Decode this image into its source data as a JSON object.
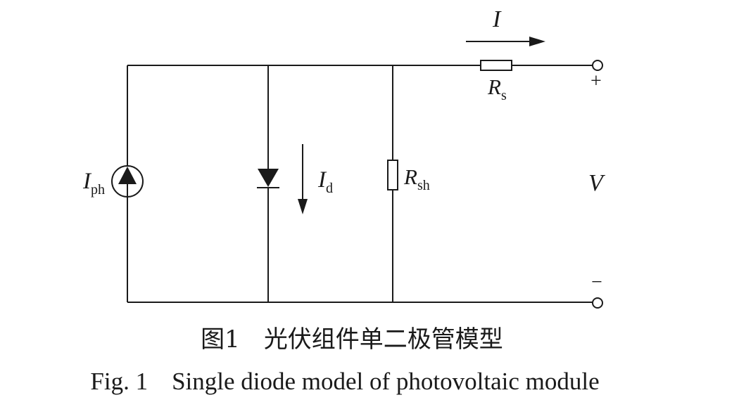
{
  "diagram": {
    "current_label": "I",
    "series_resistor": {
      "main": "R",
      "sub": "s"
    },
    "plus_sign": "+",
    "minus_sign": "−",
    "voltage_label": "V",
    "photo_current": {
      "main": "I",
      "sub": "ph"
    },
    "diode_current": {
      "main": "I",
      "sub": "d"
    },
    "shunt_resistor": {
      "main": "R",
      "sub": "sh"
    }
  },
  "caption": {
    "cn_number": "图1",
    "cn_text": "光伏组件单二极管模型",
    "en_number": "Fig. 1",
    "en_text": "Single diode model of photovoltaic module"
  }
}
